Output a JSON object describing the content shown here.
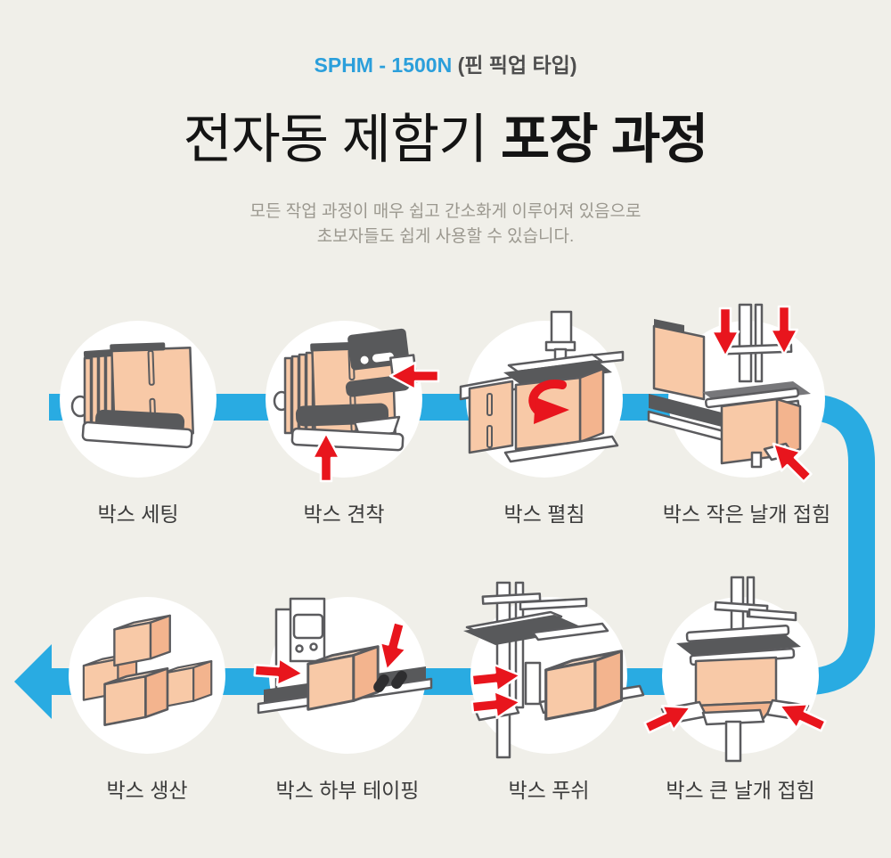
{
  "header": {
    "model": "SPHM - 1500N",
    "suffix": " (핀 픽업 타입)"
  },
  "title": {
    "normal": "전자동 제함기 ",
    "bold": "포장 과정"
  },
  "subtitle": {
    "line1": "모든 작업 과정이 매우 쉽고 간소화게 이루어져 있음으로",
    "line2": "초보자들도 쉽게 사용할 수 있습니다."
  },
  "steps": [
    {
      "order": 1,
      "label": "박스 세팅",
      "icon": "box-magazine"
    },
    {
      "order": 2,
      "label": "박스 견착",
      "icon": "box-pickup"
    },
    {
      "order": 3,
      "label": "박스 펼침",
      "icon": "box-opening"
    },
    {
      "order": 4,
      "label": "박스 작은 날개 접힘",
      "icon": "small-flap-folding"
    },
    {
      "order": 5,
      "label": "박스 큰 날개 접힘",
      "icon": "big-flap-folding"
    },
    {
      "order": 6,
      "label": "박스 푸쉬",
      "icon": "box-pushing"
    },
    {
      "order": 7,
      "label": "박스 하부 테이핑",
      "icon": "bottom-taping"
    },
    {
      "order": 8,
      "label": "박스 생산",
      "icon": "finished-boxes"
    }
  ],
  "flow": {
    "shape": "S-path: left-to-right on top row, curve down at right, right-to-left on bottom row ending in left arrowhead",
    "color": "#29abe2"
  },
  "colors": {
    "background": "#f0efe9",
    "flow_blue": "#29abe2",
    "header_blue": "#2b9fdb",
    "arrow_red": "#e8151d",
    "box_peach": "#f8c9a7",
    "box_peach_dark": "#f3b48e",
    "box_opening": "#fbdcc3",
    "machine_dark_gray": "#58595b",
    "outline_gray": "#5b5b5e",
    "title_text": "#141414",
    "subtitle_text": "#9b988f",
    "label_text": "#3b3b3b"
  }
}
